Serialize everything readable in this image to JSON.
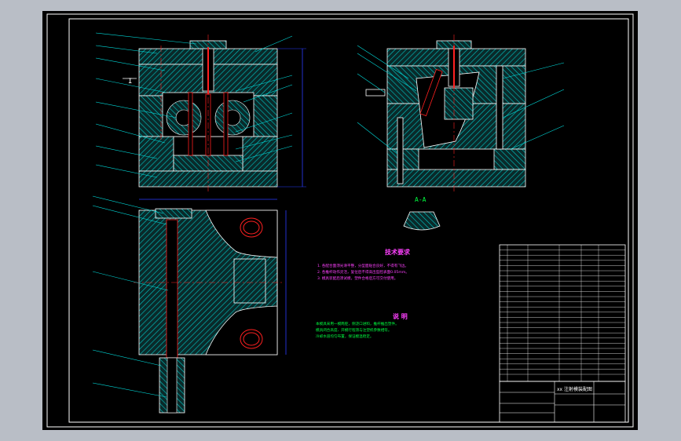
{
  "colors": {
    "window_bg": "#b9bec6",
    "sheet": "#000000",
    "frame": "#ffffff",
    "hatch": "#00c8c8",
    "leader": "#00e0e0",
    "dimension": "#2b3cff",
    "center_line": "#ff2020",
    "heading": "#ff40ff",
    "note_text": "#ff40ff",
    "remark_text": "#00ff40",
    "table": "#ffffff"
  },
  "views": {
    "top_left": {
      "section_mark": "I"
    },
    "top_right": {
      "section_label": "A-A"
    }
  },
  "notes": {
    "tech_title": "技术要求",
    "tech_items": [
      "1. 各配合面须光滑平整，分型面贴合良好，不得有飞边。",
      "2. 各推杆动作灵活，复位后不得高出型腔表面0.05mm。",
      "3. 模具装配后须试模，塑件合格后方可交付使用。"
    ],
    "desc_title": "说 明",
    "desc_lines": [
      "本模具采用一模两腔，侧浇口进料，推杆推出塑件。",
      "模具闭合高度、开模行程须与注塑机参数相符。",
      "冷却水道均匀布置，保证模温稳定。"
    ]
  },
  "title_block": {
    "drawing_name": "xx 注射模装配图"
  }
}
